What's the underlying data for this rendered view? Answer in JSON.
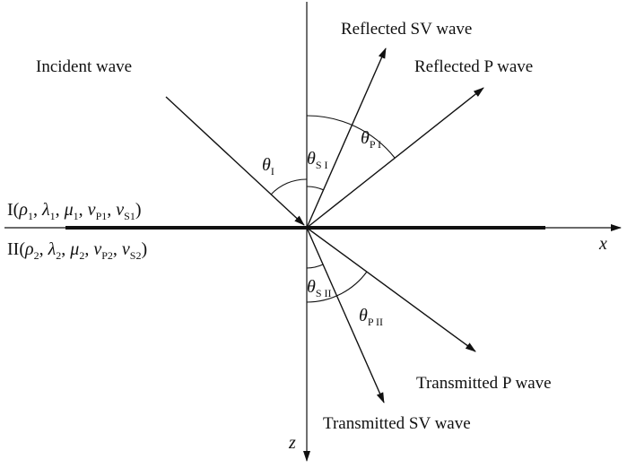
{
  "labels": {
    "incident": "Incident wave",
    "reflected_sv": "Reflected SV wave",
    "reflected_p": "Reflected P wave",
    "transmitted_p": "Transmitted P wave",
    "transmitted_sv": "Transmitted SV wave",
    "x_axis": "x",
    "z_axis": "z"
  },
  "angles": {
    "theta": "θ",
    "sub_incident": "I",
    "sub_reflected_s": "S I",
    "sub_reflected_p": "P I",
    "sub_transmitted_s": "S II",
    "sub_transmitted_p": "P II"
  },
  "medium1": {
    "numeral": "I",
    "open": "(",
    "close": ")",
    "comma": ",",
    "rho": "ρ",
    "lambda": "λ",
    "mu": "μ",
    "v": "v",
    "sub": "1",
    "sub_p": "P1",
    "sub_s": "S1"
  },
  "medium2": {
    "numeral": "II",
    "open": "(",
    "close": ")",
    "comma": ",",
    "rho": "ρ",
    "lambda": "λ",
    "mu": "μ",
    "v": "v",
    "sub": "2",
    "sub_p": "P2",
    "sub_s": "S2"
  },
  "colors": {
    "ink": "#111111",
    "background": "#ffffff"
  }
}
